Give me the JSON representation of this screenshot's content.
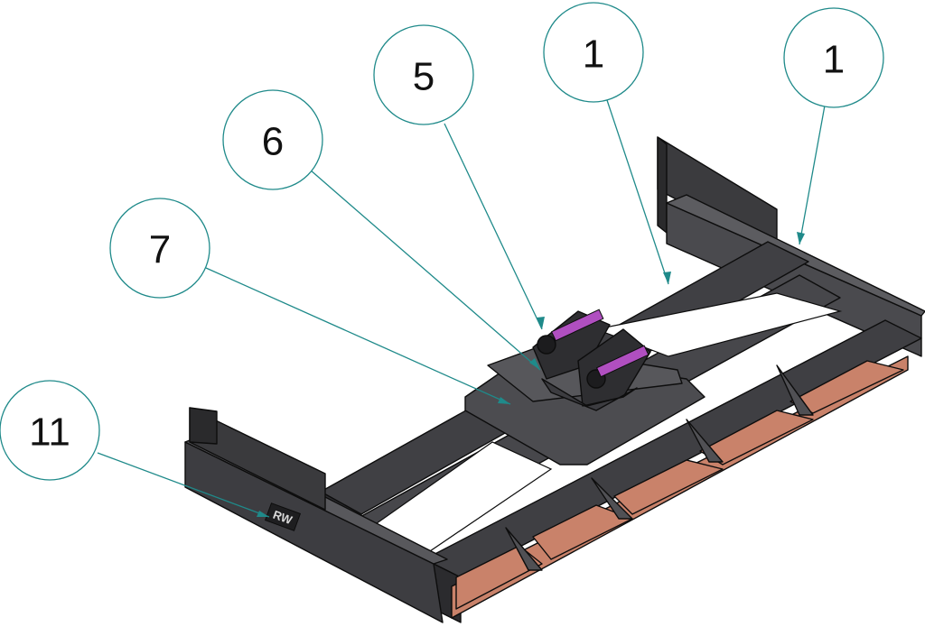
{
  "callouts": [
    {
      "id": "c5",
      "label": "5"
    },
    {
      "id": "c1a",
      "label": "1"
    },
    {
      "id": "c1b",
      "label": "1"
    },
    {
      "id": "c6",
      "label": "6"
    },
    {
      "id": "c7",
      "label": "7"
    },
    {
      "id": "c11",
      "label": "11"
    }
  ],
  "colors": {
    "steel_dark": "#3a3a3d",
    "steel_mid": "#4a4a4e",
    "steel_light": "#5c5c60",
    "wear_strip": "#c9826a",
    "pin": "#b04fc0",
    "leader": "#1f8a8a"
  },
  "logo_text": "RW"
}
